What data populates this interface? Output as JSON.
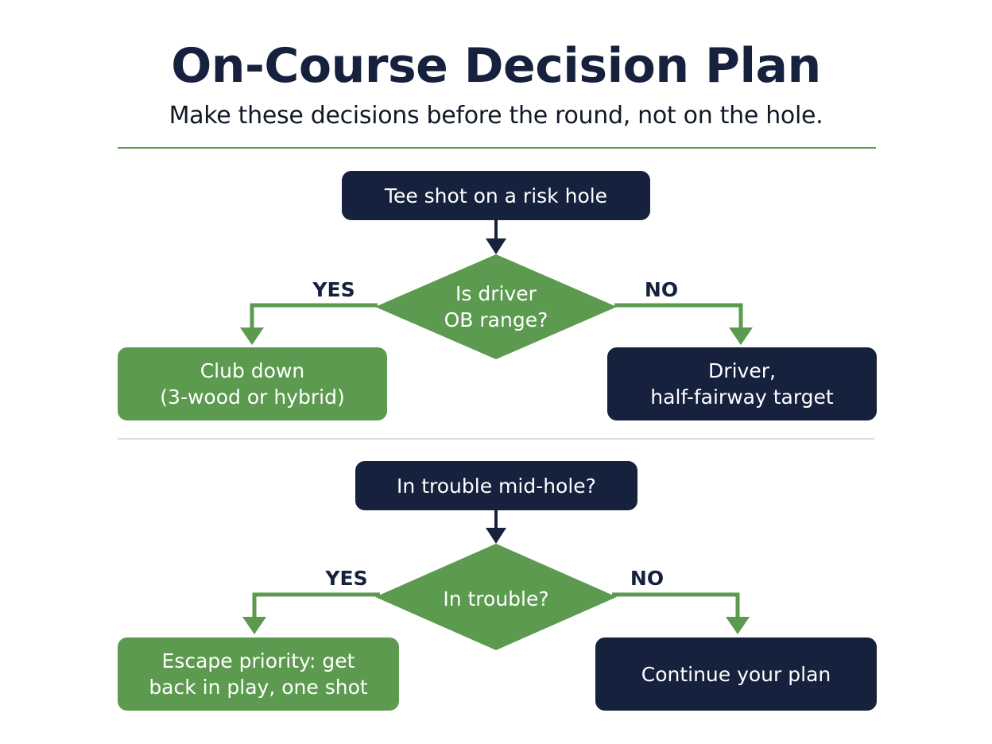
{
  "header": {
    "title": "On-Course Decision Plan",
    "subtitle": "Make these decisions before the round, not on the hole."
  },
  "flow1": {
    "start": "Tee shot on a risk hole",
    "decision": "Is driver\nOB range?",
    "yes_label": "YES",
    "no_label": "NO",
    "yes_outcome": "Club down\n(3-wood or hybrid)",
    "no_outcome": "Driver,\nhalf-fairway target"
  },
  "flow2": {
    "start": "In trouble mid-hole?",
    "decision": "In trouble?",
    "yes_label": "YES",
    "no_label": "NO",
    "yes_outcome": "Escape priority: get\nback in play, one shot",
    "no_outcome": "Continue your plan"
  },
  "colors": {
    "navy": "#16213e",
    "green": "#5b9a4f",
    "divider_green": "#5b9a4f",
    "divider_gray": "#c9cdd2"
  }
}
